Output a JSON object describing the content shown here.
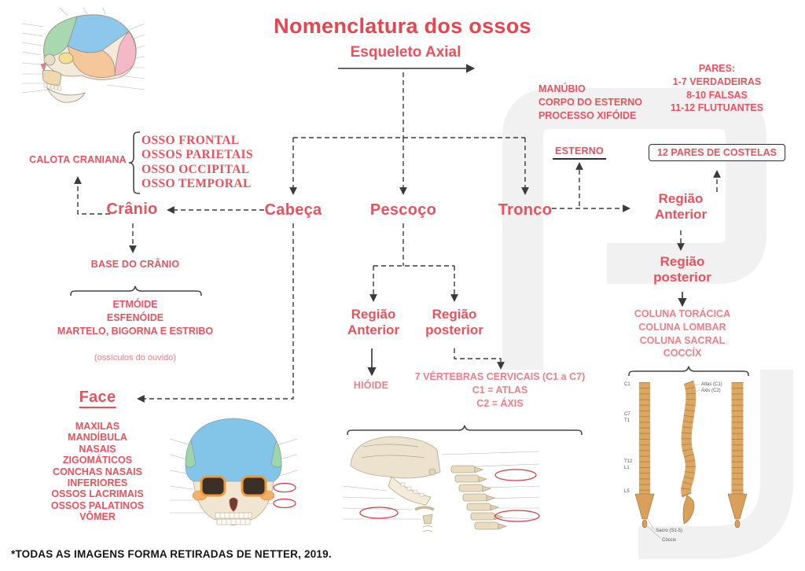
{
  "title": "Nomenclatura dos ossos",
  "subtitle": "Esqueleto Axial",
  "footer": "*TODAS AS IMAGENS FORMA RETIRADAS DE NETTER, 2019.",
  "colors": {
    "accent": "#e7525e",
    "accent_light": "#ee7e87",
    "connector": "#3a3a3a",
    "title": "#e6444f"
  },
  "nodes": {
    "calota": "CALOTA CRANIANA",
    "cranio": "Crânio",
    "base": "BASE DO CRÂNIO",
    "base_note": "(ossículos do ouvido)",
    "face": "Face",
    "cabeca": "Cabeça",
    "pescoco": "Pescoço",
    "tronco": "Tronco",
    "hioide": "HIÓIDE",
    "esterno": "ESTERNO",
    "costelas": "12 PARES DE COSTELAS",
    "regiao_anterior": "Região\nAnterior",
    "regiao_posterior": "Região\nposterior"
  },
  "lists": {
    "calota_ossos": [
      "OSSO FRONTAL",
      "OSSOS PARIETAIS",
      "OSSO OCCIPITAL",
      "OSSO TEMPORAL"
    ],
    "base_ossos": [
      "ETMÓIDE",
      "ESFENÓIDE",
      "MARTELO, BIGORNA E ESTRIBO"
    ],
    "face_ossos": [
      "MAXILAS",
      "MANDÍBULA",
      "NASAIS",
      "ZIGOMÁTICOS",
      "CONCHAS NASAIS",
      "INFERIORES",
      "OSSOS LACRIMAIS",
      "OSSOS PALATINOS",
      "VÔMER"
    ],
    "esterno_partes": [
      "MANÚBIO",
      "CORPO DO ESTERNO",
      "PROCESSO XIFÓIDE"
    ],
    "costelas_pares": [
      "PARES:",
      "1-7 VERDADEIRAS",
      "8-10 FALSAS",
      "11-12 FLUTUANTES"
    ],
    "vertebras_cervicais": [
      "7 VÉRTEBRAS CERVICAIS (C1 a C7)",
      "C1 = ATLAS",
      "C2 = ÁXIS"
    ],
    "coluna_posterior": [
      "COLUNA TORÁCICA",
      "COLUNA LOMBAR",
      "COLUNA SACRAL",
      "COCCÍX"
    ]
  },
  "images": {
    "spine_labels": {
      "atlas": "Atlas (C1)",
      "axis": "Áxis (C2)",
      "c1": "C1",
      "c7": "C7",
      "t1": "T1",
      "t12": "T12",
      "l1": "L1",
      "l5": "L5",
      "sacro": "Sacro (S1-5)",
      "coccix": "Cóccix"
    }
  }
}
